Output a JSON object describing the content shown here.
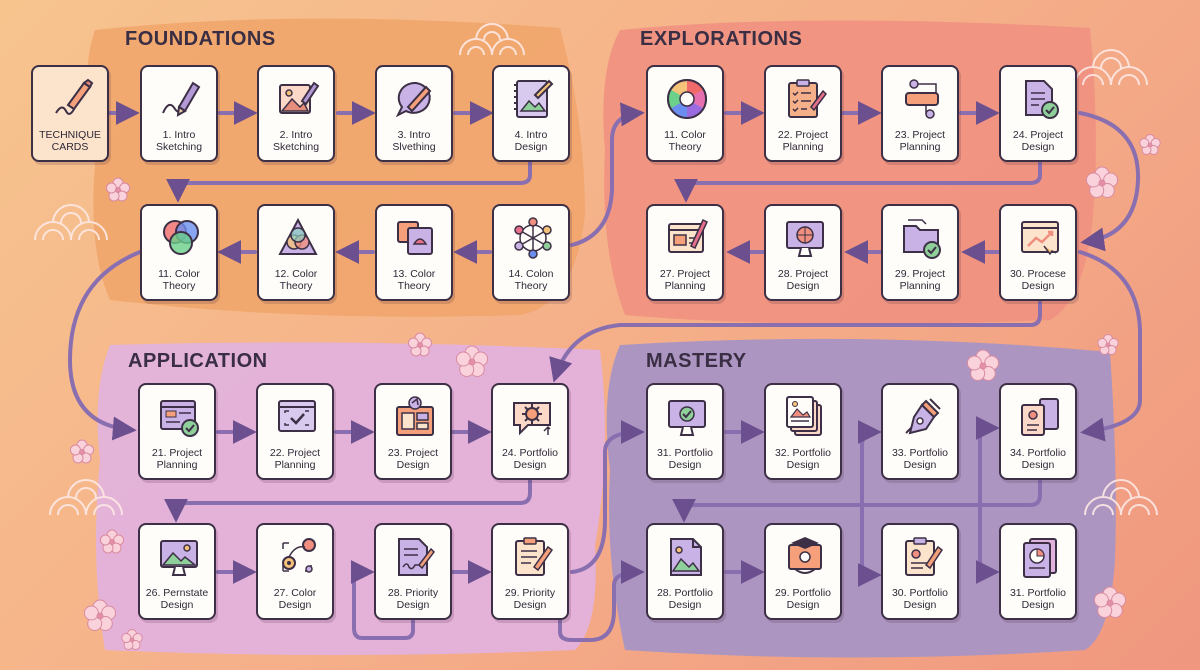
{
  "regions": {
    "foundations": "FOUNDATIONS",
    "explorations": "EXPLORATIONS",
    "application": "APPLICATION",
    "mastery": "MASTERY"
  },
  "cards": {
    "technique": {
      "line1": "TECHNIQUE",
      "line2": "CARDS",
      "icon": "pencil-squiggle-icon"
    },
    "f1": {
      "line1": "1. Intro",
      "line2": "Sketching",
      "icon": "pencil-squiggle-icon"
    },
    "f2": {
      "line1": "2. Intro",
      "line2": "Sketching",
      "icon": "image-pencil-icon"
    },
    "f3": {
      "line1": "3. Intro",
      "line2": "Slvething",
      "icon": "speech-brush-icon"
    },
    "f4": {
      "line1": "4. Intro",
      "line2": "Design",
      "icon": "sketchbook-icon"
    },
    "f11": {
      "line1": "11. Color",
      "line2": "Theory",
      "icon": "venn-circles-icon"
    },
    "f12": {
      "line1": "12. Color",
      "line2": "Theory",
      "icon": "triangle-circles-icon"
    },
    "f13": {
      "line1": "13. Color",
      "line2": "Theory",
      "icon": "color-swatches-icon"
    },
    "f14": {
      "line1": "14. Colon",
      "line2": "Theory",
      "icon": "color-network-icon"
    },
    "e11": {
      "line1": "11. Color",
      "line2": "Theory",
      "icon": "color-wheel-icon"
    },
    "e22": {
      "line1": "22. Project",
      "line2": "Planning",
      "icon": "clipboard-checklist-icon"
    },
    "e23": {
      "line1": "23. Project",
      "line2": "Planning",
      "icon": "flowchart-icon"
    },
    "e24": {
      "line1": "24. Project",
      "line2": "Design",
      "icon": "document-check-icon"
    },
    "e27": {
      "line1": "27. Project",
      "line2": "Planning",
      "icon": "editor-window-icon"
    },
    "e28": {
      "line1": "28. Project",
      "line2": "Design",
      "icon": "monitor-wheel-icon"
    },
    "e29": {
      "line1": "29. Project",
      "line2": "Planning",
      "icon": "folder-check-icon"
    },
    "e30": {
      "line1": "30. Procese",
      "line2": "Design",
      "icon": "browser-chart-icon"
    },
    "a21": {
      "line1": "21. Project",
      "line2": "Planning",
      "icon": "browser-check-icon"
    },
    "a22": {
      "line1": "22. Project",
      "line2": "Planning",
      "icon": "screen-check-icon"
    },
    "a23": {
      "line1": "23. Project",
      "line2": "Design",
      "icon": "design-board-icon"
    },
    "a24": {
      "line1": "24. Portfolio",
      "line2": "Design",
      "icon": "speech-gear-icon"
    },
    "a26": {
      "line1": "26. Pernstate",
      "line2": "Design",
      "icon": "monitor-landscape-icon"
    },
    "a27": {
      "line1": "27. Color",
      "line2": "Design",
      "icon": "gear-network-icon"
    },
    "a28": {
      "line1": "28. Priority",
      "line2": "Design",
      "icon": "document-signature-icon"
    },
    "a29": {
      "line1": "29. Priority",
      "line2": "Design",
      "icon": "clipboard-pencil-icon"
    },
    "m31": {
      "line1": "31. Portfolio",
      "line2": "Design",
      "icon": "monitor-check-icon"
    },
    "m32": {
      "line1": "32. Portfolio",
      "line2": "Design",
      "icon": "stacked-photos-icon"
    },
    "m33": {
      "line1": "33. Portfolio",
      "line2": "Design",
      "icon": "pen-nib-icon"
    },
    "m34": {
      "line1": "34. Portfolio",
      "line2": "Design",
      "icon": "profile-cards-icon"
    },
    "m28": {
      "line1": "28. Portfolio",
      "line2": "Design",
      "icon": "image-file-icon"
    },
    "m29": {
      "line1": "29. Portfolio",
      "line2": "Design",
      "icon": "graduation-screen-icon"
    },
    "m30": {
      "line1": "30. Portfolio",
      "line2": "Design",
      "icon": "clipboard-profile-icon"
    },
    "m31b": {
      "line1": "31. Portfolio",
      "line2": "Design",
      "icon": "chart-book-icon"
    }
  },
  "colors": {
    "foundations": "#f0a56a",
    "explorations": "#f08f80",
    "application": "#e3b2dc",
    "mastery": "#a895c4",
    "arrow": "#8a6fb0",
    "outline": "#3d3046"
  }
}
